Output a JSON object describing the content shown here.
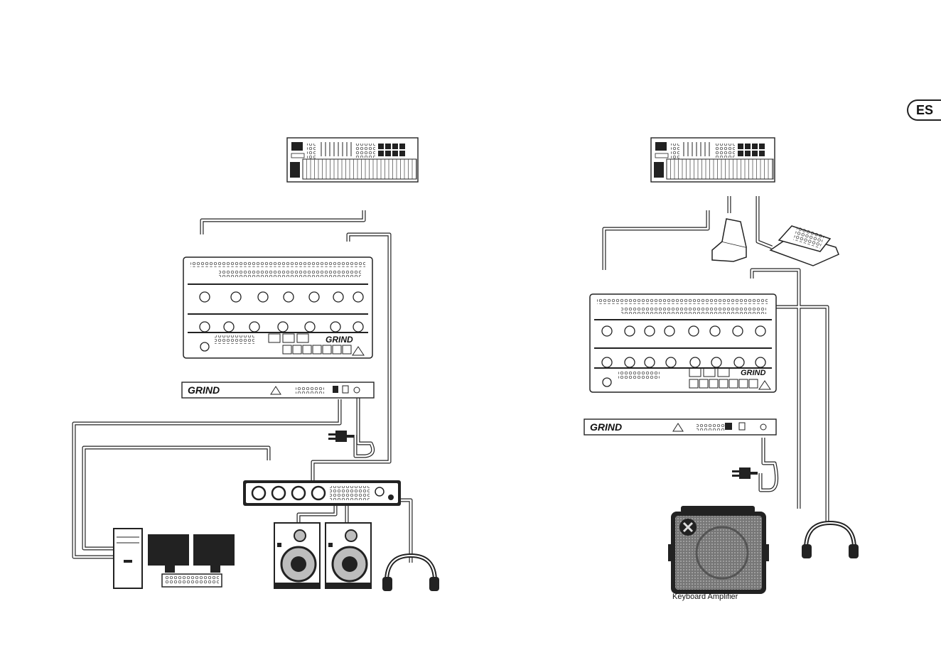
{
  "language_badge": "ES",
  "right_setup": {
    "amplifier_label": "Keyboard Amplifier"
  },
  "brand_mark": "GRIND",
  "colors": {
    "line": "#222222",
    "fill": "#ffffff",
    "speaker": "#bdbdbd",
    "grille": "#8a8a8a"
  },
  "icons": [
    "midi-keyboard-icon",
    "synthesizer-icon",
    "power-supply-icon",
    "audio-interface-icon",
    "computer-icon",
    "studio-monitor-icon",
    "headphones-icon",
    "sustain-pedal-icon",
    "expression-pedal-icon",
    "keyboard-amplifier-icon",
    "power-plug-icon"
  ]
}
